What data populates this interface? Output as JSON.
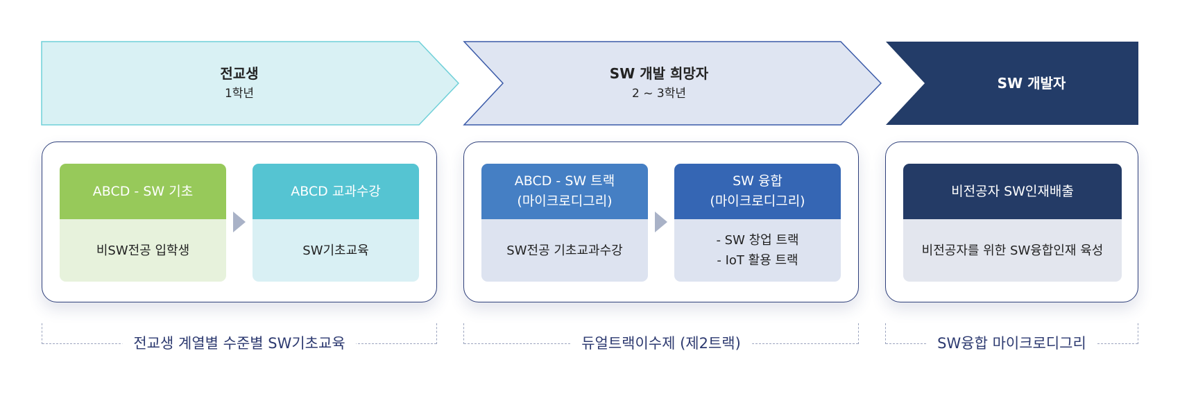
{
  "stages": [
    {
      "title": "전교생",
      "sub": "1학년"
    },
    {
      "title": "SW 개발 희망자",
      "sub": "2 ~ 3학년"
    },
    {
      "title": "SW 개발자",
      "sub": ""
    }
  ],
  "panels": [
    {
      "cards": [
        {
          "head": [
            "ABCD - SW 기초"
          ],
          "body": [
            "비SW전공 입학생"
          ]
        },
        {
          "head": [
            "ABCD 교과수강"
          ],
          "body": [
            "SW기초교육"
          ]
        }
      ],
      "caption": "전교생 계열별 수준별 SW기초교육"
    },
    {
      "cards": [
        {
          "head": [
            "ABCD - SW 트랙",
            "(마이크로디그리)"
          ],
          "body": [
            "SW전공 기초교과수강"
          ]
        },
        {
          "head": [
            "SW 융합",
            "(마이크로디그리)"
          ],
          "body": [
            "- SW 창업 트랙",
            "- IoT 활용 트랙"
          ]
        }
      ],
      "caption": "듀얼트랙이수제 (제2트랙)"
    },
    {
      "cards": [
        {
          "head": [
            "비전공자 SW인재배출"
          ],
          "body": [
            "비전공자를 위한 SW융합인재 육성"
          ]
        }
      ],
      "caption": "SW융합 마이크로디그리"
    }
  ],
  "colors": {
    "stage1_fill": "#d9f1f4",
    "stage1_border": "#6fd0d8",
    "stage2_fill": "#dfe5f2",
    "stage2_border": "#3a5aa8",
    "stage3_fill": "#233c68",
    "card_green_head": "#97c95a",
    "card_green_body": "#e7f2dc",
    "card_cyan_head": "#55c4d2",
    "card_cyan_body": "#d9f0f4",
    "card_blue_head": "#457fc4",
    "card_blue2_head": "#3566b4",
    "card_blue_body": "#dde3f0",
    "card_navy_head": "#243b66",
    "card_gray_body": "#e3e6ee"
  }
}
